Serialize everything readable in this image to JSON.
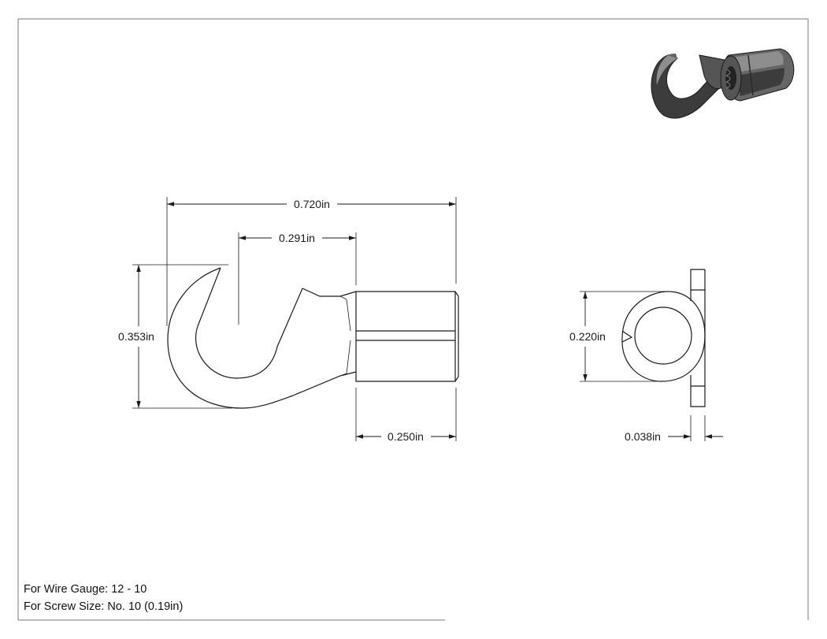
{
  "drawing": {
    "dimensions": {
      "overall_length": "0.720in",
      "hook_opening": "0.291in",
      "hook_height": "0.353in",
      "barrel_length": "0.250in",
      "barrel_diameter": "0.220in",
      "tongue_thickness": "0.038in"
    },
    "notes": {
      "wire_gauge": "For Wire Gauge: 12 - 10",
      "screw_size": "For Screw Size: No. 10 (0.19in)"
    }
  },
  "colors": {
    "line": "#1a1a1a",
    "frame": "#7a7a7a",
    "iso_dark": "#3c3c3c",
    "iso_mid": "#666666",
    "iso_light": "#8e8e8e"
  }
}
